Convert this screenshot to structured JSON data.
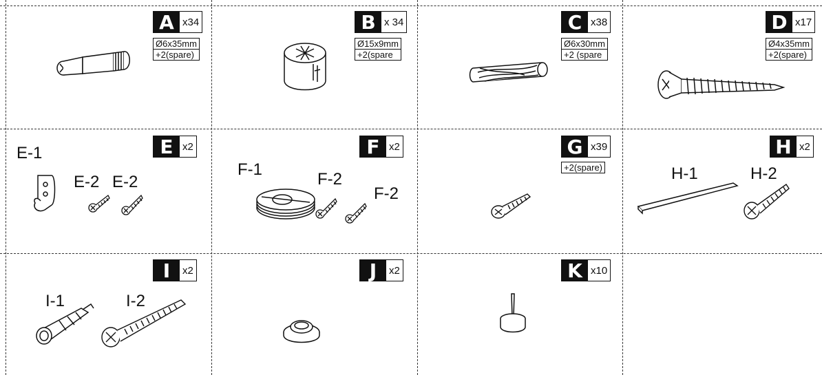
{
  "parts": [
    {
      "letter": "A",
      "qty": "x34",
      "size": "Ø6x35mm",
      "spare": "+2(spare)",
      "icon": "cam-bolt-icon"
    },
    {
      "letter": "B",
      "qty": "x 34",
      "size": "Ø15x9mm",
      "spare": "+2(spare",
      "icon": "cam-lock-icon"
    },
    {
      "letter": "C",
      "qty": "x38",
      "size": "Ø6x30mm",
      "spare": "+2 (spare",
      "icon": "wood-dowel-icon"
    },
    {
      "letter": "D",
      "qty": "x17",
      "size": "Ø4x35mm",
      "spare": "+2(spare)",
      "icon": "long-screw-icon"
    },
    {
      "letter": "E",
      "qty": "x2",
      "icon": "rail-bracket-icon",
      "labels": [
        "E-1",
        "E-2",
        "E-2"
      ]
    },
    {
      "letter": "F",
      "qty": "x2",
      "icon": "rail-holder-icon",
      "labels": [
        "F-1",
        "F-2",
        "F-2"
      ]
    },
    {
      "letter": "G",
      "qty": "x39",
      "spare": "+2(spare)",
      "icon": "short-screw-icon"
    },
    {
      "letter": "H",
      "qty": "x2",
      "icon": "strip-and-screw-icon",
      "labels": [
        "H-1",
        "H-2"
      ]
    },
    {
      "letter": "I",
      "qty": "x2",
      "icon": "wall-plug-icon",
      "labels": [
        "I-1",
        "I-2"
      ]
    },
    {
      "letter": "J",
      "qty": "x2",
      "icon": "bumper-cap-icon"
    },
    {
      "letter": "K",
      "qty": "x10",
      "icon": "felt-pad-nail-icon"
    }
  ]
}
